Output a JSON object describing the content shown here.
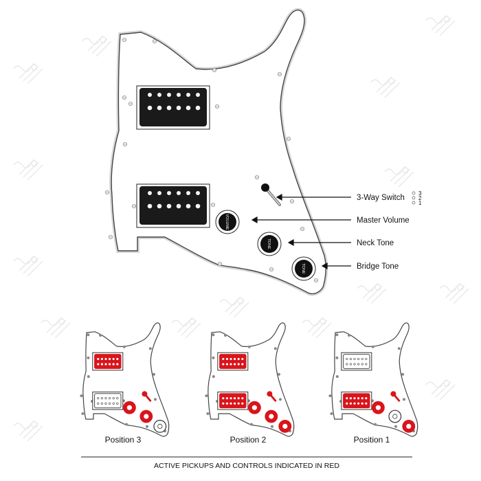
{
  "main_diagram": {
    "labels": {
      "switch": "3-Way Switch",
      "volume": "Master Volume",
      "neck_tone": "Neck Tone",
      "bridge_tone": "Bridge Tone"
    },
    "switch_positions": [
      "3",
      "2",
      "1"
    ],
    "knob_texts": {
      "volume": "VOLUME",
      "tone": "TONE"
    }
  },
  "positions": [
    {
      "caption": "Position 3",
      "active_neck": true,
      "active_bridge": false
    },
    {
      "caption": "Position 2",
      "active_neck": true,
      "active_bridge": true
    },
    {
      "caption": "Position 1",
      "active_neck": false,
      "active_bridge": true
    }
  ],
  "footer": {
    "note": "ACTIVE PICKUPS AND CONTROLS INDICATED IN RED"
  },
  "colors": {
    "active": "#d9141b",
    "pickup_black": "#1a1a1a",
    "guard": "#ffffff",
    "outline": "#555555"
  }
}
